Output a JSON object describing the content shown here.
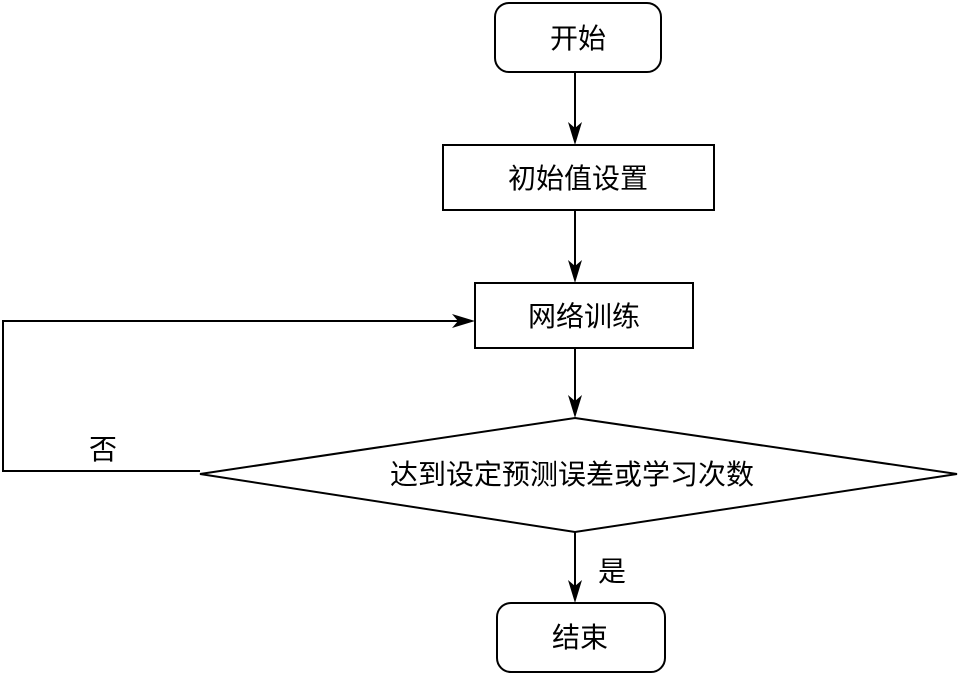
{
  "nodes": {
    "start": "开始",
    "init": "初始值设置",
    "train": "网络训练",
    "decision": "达到设定预测误差或学习次数",
    "end": "结束"
  },
  "edges": {
    "yes_label": "是",
    "no_label": "否"
  }
}
